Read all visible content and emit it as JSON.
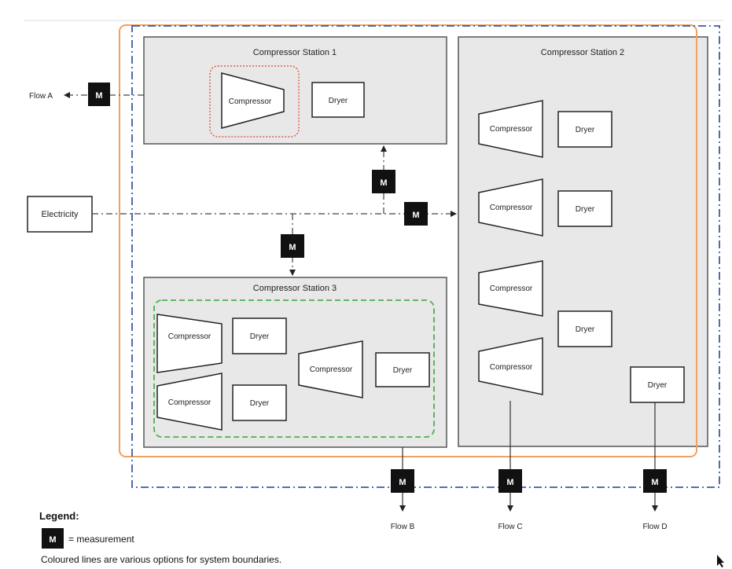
{
  "stations": {
    "s1": {
      "title": "Compressor Station 1"
    },
    "s2": {
      "title": "Compressor Station 2"
    },
    "s3": {
      "title": "Compressor Station 3"
    }
  },
  "labels": {
    "compressor": "Compressor",
    "dryer": "Dryer",
    "electricity": "Electricity",
    "measurement": "M"
  },
  "flows": {
    "a": "Flow A",
    "b": "Flow B",
    "c": "Flow C",
    "d": "Flow D"
  },
  "legend": {
    "title": "Legend:",
    "symbol": "M",
    "measurement_text": "= measurement",
    "boundaries_note": "Coloured lines are various options for system boundaries."
  },
  "colors": {
    "boundary_orange": "#f0a060",
    "boundary_blue": "#3a5ca8",
    "boundary_red": "#e06050",
    "boundary_green": "#4caf50",
    "station_fill": "#e8e8e8",
    "meter_fill": "#111111"
  }
}
